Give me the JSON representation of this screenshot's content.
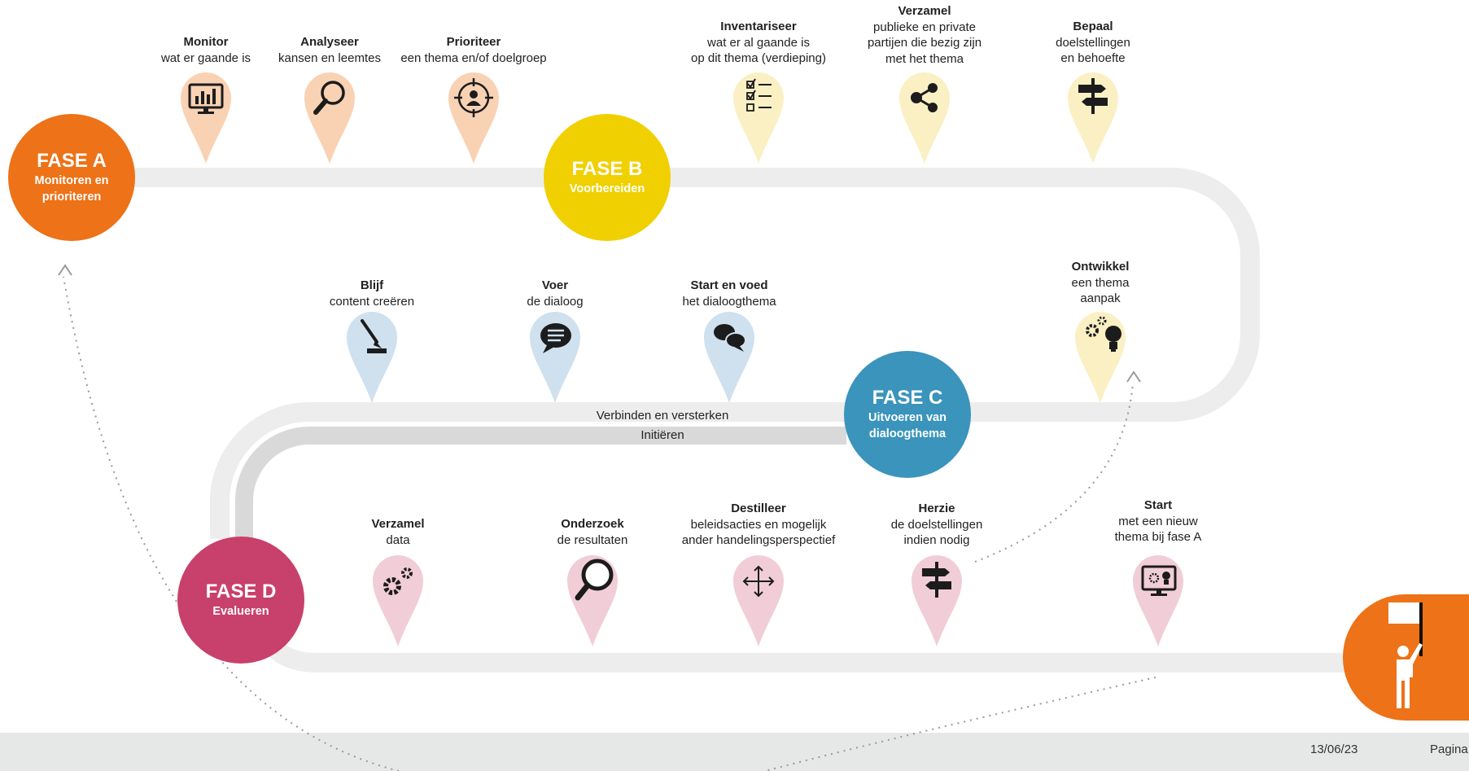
{
  "phases": {
    "a": {
      "title": "FASE A",
      "subtitle": "Monitoren en\nprioriteren",
      "color": "#ed7218"
    },
    "b": {
      "title": "FASE B",
      "subtitle": "Voorbereiden",
      "color": "#f0d000"
    },
    "c": {
      "title": "FASE C",
      "subtitle": "Uitvoeren van\ndialoogthema",
      "color": "#3a94bc"
    },
    "d": {
      "title": "FASE D",
      "subtitle": "Evalueren",
      "color": "#c8406c"
    }
  },
  "track_labels": {
    "outer": "Verbinden en versterken",
    "inner": "Initiëren"
  },
  "steps": {
    "monitor": {
      "title": "Monitor",
      "desc": [
        "wat er gaande is"
      ],
      "icon": "monitor-chart-icon",
      "color": "#f9d2b4"
    },
    "analyseer": {
      "title": "Analyseer",
      "desc": [
        "kansen en leemtes"
      ],
      "icon": "magnifier-icon",
      "color": "#f9d2b4"
    },
    "prioriteer": {
      "title": "Prioriteer",
      "desc": [
        "een thema en/of doelgroep"
      ],
      "icon": "target-person-icon",
      "color": "#f9d2b4"
    },
    "inventariseer": {
      "title": "Inventariseer",
      "desc": [
        "wat er al gaande is",
        "op dit thema (verdieping)"
      ],
      "icon": "checklist-icon",
      "color": "#faf0c4"
    },
    "verzamel_partijen": {
      "title": "Verzamel",
      "desc": [
        "publieke en private",
        "partijen die bezig zijn",
        "met het thema"
      ],
      "icon": "share-network-icon",
      "color": "#faf0c4"
    },
    "bepaal": {
      "title": "Bepaal",
      "desc": [
        "doelstellingen",
        "en behoefte"
      ],
      "icon": "signpost-icon",
      "color": "#faf0c4"
    },
    "ontwikkel": {
      "title": "Ontwikkel",
      "desc": [
        "een thema",
        "aanpak"
      ],
      "icon": "gears-bulb-icon",
      "color": "#faf0c4"
    },
    "blijf": {
      "title": "Blijf",
      "desc": [
        "content creëren"
      ],
      "icon": "pen-icon",
      "color": "#cfe0ee"
    },
    "voer": {
      "title": "Voer",
      "desc": [
        "de dialoog"
      ],
      "icon": "speech-bubble-icon",
      "color": "#cfe0ee"
    },
    "start_voed": {
      "title": "Start en voed",
      "desc": [
        "het dialoogthema"
      ],
      "icon": "chat-bubbles-icon",
      "color": "#cfe0ee"
    },
    "verzamel_data": {
      "title": "Verzamel",
      "desc": [
        "data"
      ],
      "icon": "gears-icon",
      "color": "#f1cdd7"
    },
    "onderzoek": {
      "title": "Onderzoek",
      "desc": [
        "de resultaten"
      ],
      "icon": "magnifier-icon",
      "color": "#f1cdd7"
    },
    "destilleer": {
      "title": "Destilleer",
      "desc": [
        "beleidsacties en mogelijk",
        "ander handelingsperspectief"
      ],
      "icon": "move-arrows-icon",
      "color": "#f1cdd7"
    },
    "herzie": {
      "title": "Herzie",
      "desc": [
        "de doelstellingen",
        "indien nodig"
      ],
      "icon": "signpost-icon",
      "color": "#f1cdd7"
    },
    "start_nieuw": {
      "title": "Start",
      "desc": [
        "met een nieuw",
        "thema bij fase A"
      ],
      "icon": "monitor-idea-icon",
      "color": "#f1cdd7"
    }
  },
  "finish": {
    "icon": "person-flag-icon",
    "color": "#ed7218"
  },
  "footer": {
    "date": "13/06/23",
    "page": "Pagina"
  }
}
